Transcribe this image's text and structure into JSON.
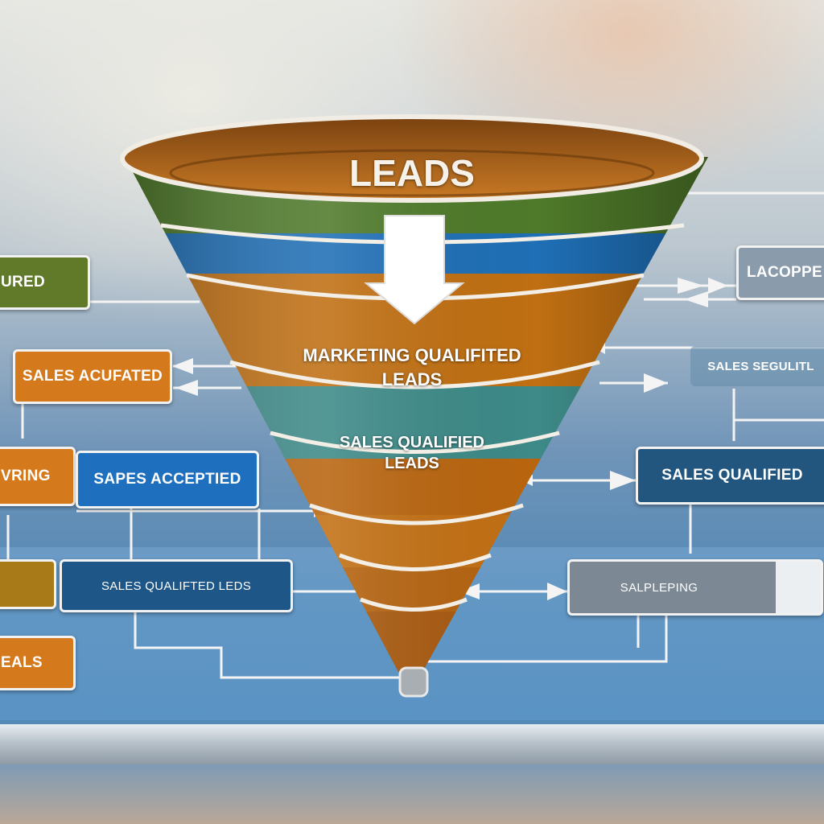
{
  "funnel": {
    "title": "LEADS",
    "stage_mql": "MARKETING QUALIFITED\nLEADS",
    "stage_sql": "SALES QUALIFIED\nLEADS"
  },
  "left_boxes": {
    "b1": "URED",
    "b2": "SALES ACUFATED",
    "b3": "VRING",
    "b4": "SAPES ACCEPTIED",
    "b5": "",
    "b6": "SALES QUALIFTED LEDS",
    "b7": "EALS"
  },
  "right_boxes": {
    "r1": "LACOPPE",
    "r2": "SALES SEGULITL",
    "r3": "SALES QUALIFIED",
    "r4": "SALPLEPING"
  },
  "colors": {
    "green_band": "#4f7a2a",
    "blue_band": "#1f6fb6",
    "orange_band": "#c06f12",
    "teal_band": "#3d8a88"
  }
}
